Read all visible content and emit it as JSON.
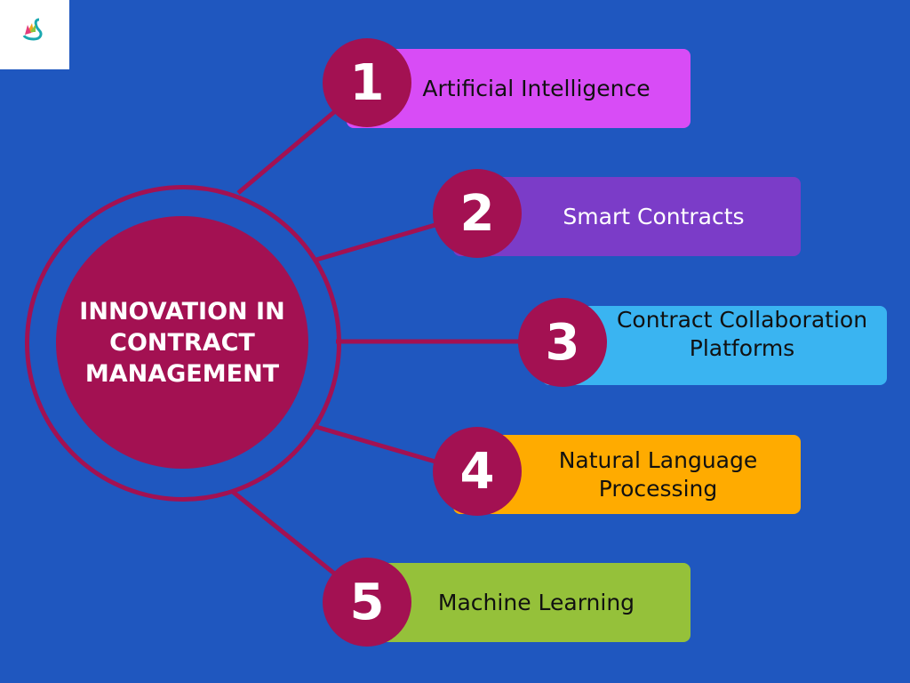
{
  "center_title": [
    "INNOVATION IN",
    "CONTRACT",
    "MANAGEMENT"
  ],
  "items": [
    {
      "number": "1",
      "label": [
        "Artificial Intelligence"
      ],
      "color": "#d84cf6"
    },
    {
      "number": "2",
      "label": [
        "Smart Contracts"
      ],
      "color": "#7b3cc8"
    },
    {
      "number": "3",
      "label": [
        "Contract Collaboration",
        "Platforms"
      ],
      "color": "#3ab4f1"
    },
    {
      "number": "4",
      "label": [
        "Natural Language",
        "Processing"
      ],
      "color": "#ffab00"
    },
    {
      "number": "5",
      "label": [
        "Machine Learning"
      ],
      "color": "#95c13a"
    }
  ],
  "colors": {
    "background": "#1f57bf",
    "accent": "#a31152"
  }
}
